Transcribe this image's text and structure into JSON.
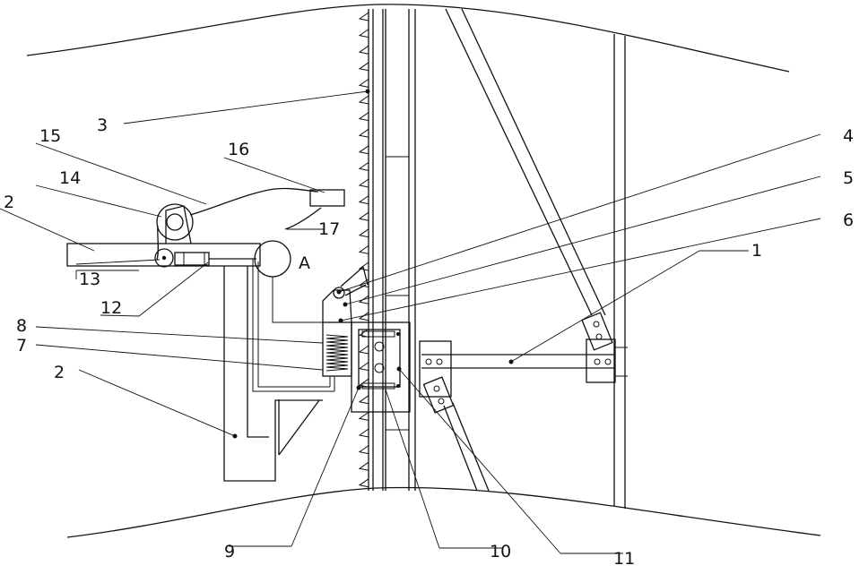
{
  "labels": {
    "l1": "1",
    "l2a": "2",
    "l2b": "2",
    "l3": "3",
    "l4": "4",
    "l5": "5",
    "l6": "6",
    "l7": "7",
    "l8": "8",
    "l9": "9",
    "l10": "10",
    "l11": "11",
    "l12": "12",
    "l13": "13",
    "l14": "14",
    "l15": "15",
    "l16": "16",
    "l17": "17",
    "detail": "A"
  }
}
